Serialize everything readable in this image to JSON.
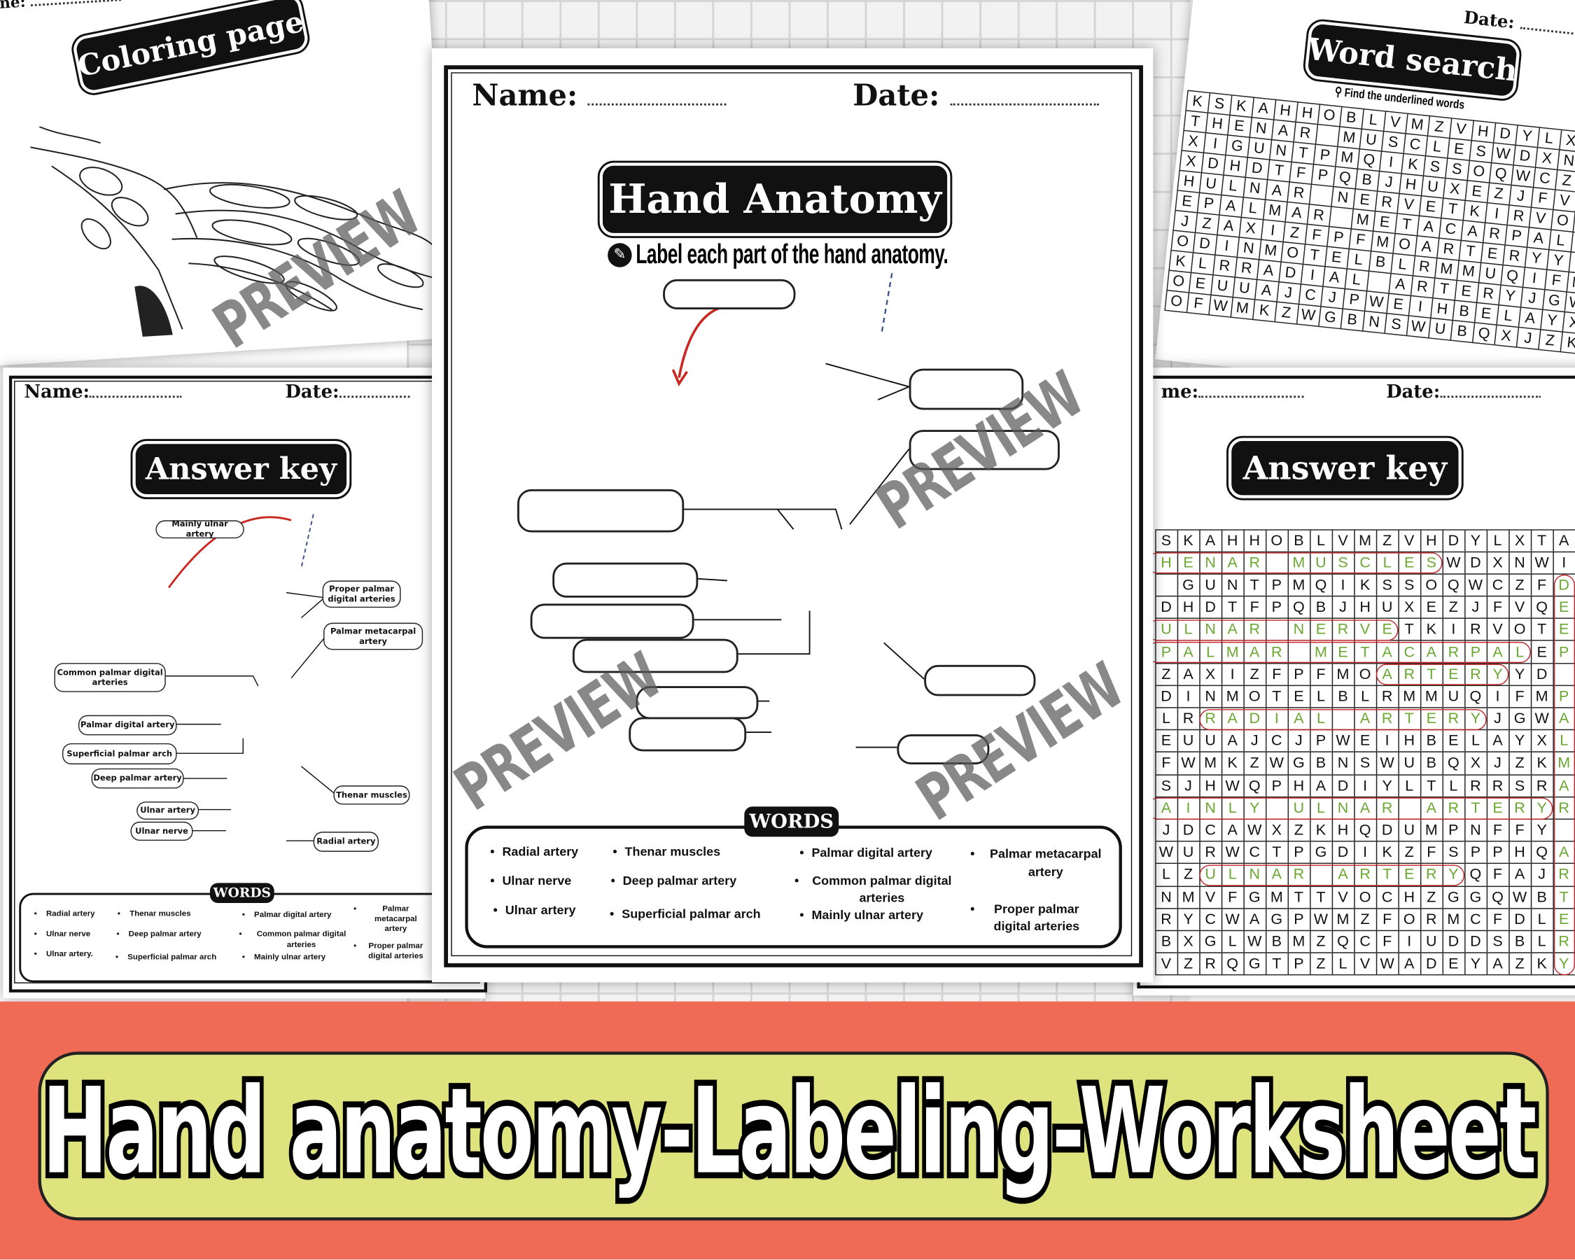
{
  "banner": {
    "title": "Hand anatomy-Labeling-Worksheet",
    "bg_color": "#ef6b56",
    "pill_color": "#dfe37e"
  },
  "watermark": "PREVIEW",
  "coloring_page": {
    "name_label_fragment": "ne:",
    "title": "Coloring page"
  },
  "worksheet": {
    "name_label": "Name:",
    "date_label": "Date:",
    "title": "Hand Anatomy",
    "instruction_icon": "pencil-icon",
    "instruction": "Label each part of the hand anatomy.",
    "words_title": "WORDS",
    "words": [
      "Radial artery",
      "Ulnar nerve",
      "Ulnar artery",
      "Thenar muscles",
      "Deep palmar artery",
      "Superficial palmar arch",
      "Palmar digital artery",
      "Common palmar digital arteries",
      "Mainly ulnar artery",
      "Palmar metacarpal artery",
      "Proper palmar digital arteries"
    ]
  },
  "answer_key_left": {
    "name_label": "Name:",
    "date_label": "Date:",
    "title": "Answer key",
    "labels": [
      "Mainly ulnar artery",
      "Proper palmar digital arteries",
      "Palmar metacarpal artery",
      "Common palmar digital arteries",
      "Palmar digital artery",
      "Superficial palmar arch",
      "Deep palmar artery",
      "Ulnar artery",
      "Ulnar nerve",
      "Thenar muscles",
      "Radial artery"
    ],
    "words_title": "WORDS",
    "words": [
      "Radial artery",
      "Ulnar nerve",
      "Ulnar artery.",
      "Thenar muscles",
      "Deep palmar artery",
      "Superficial palmar arch",
      "Palmar digital artery",
      "Common palmar digital arteries",
      "Mainly ulnar artery",
      "Palmar metacarpal artery",
      "Proper palmar digital arteries"
    ]
  },
  "word_search": {
    "date_label": "Date:",
    "title": "Word search",
    "instruction_icon": "magnifier-icon",
    "instruction": "Find the underlined words",
    "rows": [
      "KSKAHHOBLVMZVHDYLXTA",
      "THENAR MUSCLESWDXNWI",
      "XIGUNTPMQIKSSOQWCZFD",
      "XDHDTFPQBJHUXEZJFVQE",
      "HULNAR NERVETKIRVOTE",
      "EPALMAR METACARPALEP",
      "JZAXIZFPFMOARTERYYD ",
      "ODINMOTELBLRMMUQIFMP",
      "KLRRADIAL ARTERYJGWA",
      "OEUUAJCJPWEIHBELAYXL",
      "OFWMKZWGBNSWUBQXJZKM"
    ]
  },
  "answer_key_right": {
    "name_label_fragment": "me:",
    "date_label": "Date:",
    "title": "Answer key",
    "grid": [
      "SKAHHOBLVMZVHDYLXTA",
      "HENAR MUSCLESWDXNWI",
      " GUNTPMQIKSSOQWCZFD",
      "DHDTFPQBJHUXEZJFVQE",
      "ULNAR NERVETKIRVOTE",
      "PALMAR METACARPALEP",
      "ZAXIZFPFMOARTERYYD ",
      "DINMOTELBLRMMUQIFMP",
      "LRRADIAL ARTERYJGWA",
      "EUUAJCJPWEIHBELAYXL",
      "FWMKZWGBNSWUBQXJZKM",
      "SJHWQPHADIYLTLRRSRA",
      "AINLY ULNAR ARTERYR",
      "JDCAWXZKHQDUMPNFFY ",
      "WURWCTPGDIKZFSPPHQA",
      "LZULNAR ARTERYQFAJR",
      "NMVFGMTTVOCHZGGQWBT",
      "RYCWAGPWMZFORMCFDLE",
      "BXGLWBMZQCFIUDDSBLR",
      "VZRQGTPZLVWADEYAZKY"
    ],
    "highlights": [
      {
        "word": "THENAR MUSCLES",
        "row": 1,
        "col_start": 0,
        "col_end": 12,
        "direction": "horizontal"
      },
      {
        "word": "ULNAR NERVE",
        "row": 4,
        "col_start": 0,
        "col_end": 10,
        "direction": "horizontal"
      },
      {
        "word": "PALMAR METACARPAL",
        "row": 5,
        "col_start": 0,
        "col_end": 16,
        "direction": "horizontal"
      },
      {
        "word": "ARTERY",
        "row": 6,
        "col_start": 10,
        "col_end": 15,
        "direction": "horizontal"
      },
      {
        "word": "RADIAL ARTERY",
        "row": 8,
        "col_start": 2,
        "col_end": 14,
        "direction": "horizontal"
      },
      {
        "word": "MAINLY ULNAR ARTERY",
        "row": 12,
        "col_start": 0,
        "col_end": 17,
        "direction": "horizontal"
      },
      {
        "word": "ULNAR ARTERY",
        "row": 15,
        "col_start": 2,
        "col_end": 13,
        "direction": "horizontal"
      },
      {
        "word": "DEEP PALMAR ARTERY",
        "col": 18,
        "row_start": 2,
        "row_end": 19,
        "direction": "vertical"
      }
    ],
    "found_letter_color": "#6aa832",
    "circle_color": "#c3262b"
  },
  "colors": {
    "skin": "#f7ebc4",
    "tendon": "#a9d5de",
    "artery": "#c9271f",
    "muscle": "#ea5f45",
    "sheath": "#5ec3b6",
    "nerve": "#f2c31c"
  }
}
